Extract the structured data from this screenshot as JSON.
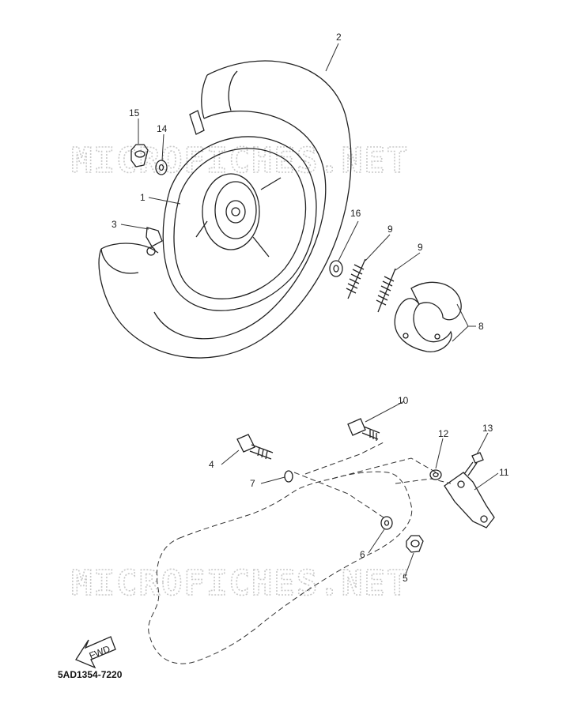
{
  "watermark": "MICROFICHES.NET",
  "diagram_code": "5AD1354-7220",
  "fwd_label": "FWD",
  "callouts": {
    "c1": "1",
    "c2": "2",
    "c3": "3",
    "c4": "4",
    "c5": "5",
    "c6": "6",
    "c7": "7",
    "c8": "8",
    "c9a": "9",
    "c9b": "9",
    "c10": "10",
    "c11": "11",
    "c12": "12",
    "c13": "13",
    "c14": "14",
    "c15": "15",
    "c16": "16"
  }
}
